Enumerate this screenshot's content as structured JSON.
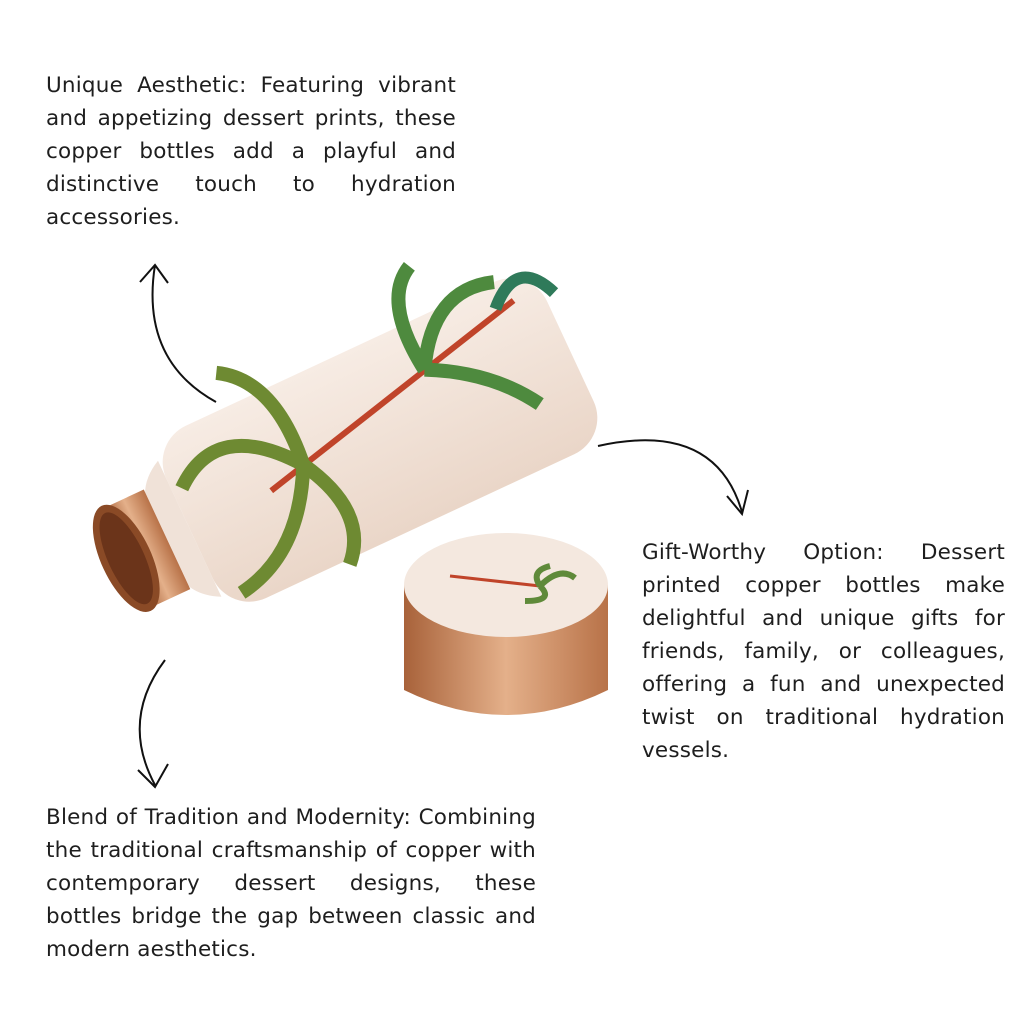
{
  "features": [
    {
      "title": "Unique Aesthetic",
      "text": "Unique Aesthetic: Featuring vibrant and appetizing dessert prints, these copper bottles add a playful and distinctive touch to hydration accessories."
    },
    {
      "title": "Gift-Worthy Option",
      "text": "Gift-Worthy Option: Dessert printed copper bottles make delightful and unique gifts for friends, family, or colleagues, offering a fun and unexpected twist on traditional hydration vessels."
    },
    {
      "title": "Blend of Tradition and Modernity",
      "text": "Blend of Tradition and Modernity: Combining the traditional craftsmanship of copper with contemporary dessert designs, these bottles bridge the gap between classic and modern aesthetics."
    }
  ],
  "colors": {
    "copper": "#c98a5e",
    "body": "#f3e6dc",
    "leaf": "#5f8a3a",
    "trunk": "#c0442a"
  }
}
